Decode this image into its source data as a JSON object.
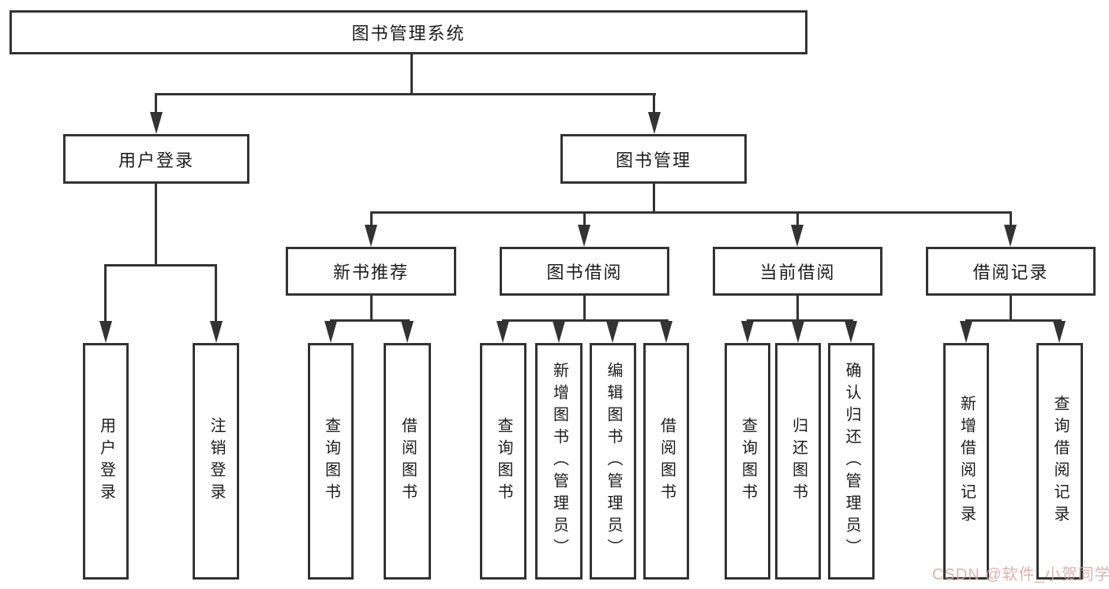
{
  "diagram": {
    "root": "图书管理系统",
    "level2": [
      "用户登录",
      "图书管理"
    ],
    "level3": [
      "新书推荐",
      "图书借阅",
      "当前借阅",
      "借阅记录"
    ],
    "leaves": {
      "login": [
        "用户登录",
        "注销登录"
      ],
      "recommend": [
        "查询图书",
        "借阅图书"
      ],
      "borrow": [
        "查询图书",
        "新增图书（管理员）",
        "编辑图书（管理员）",
        "借阅图书"
      ],
      "current": [
        "查询图书",
        "归还图书",
        "确认归还（管理员）"
      ],
      "records": [
        "新增借阅记录",
        "查询借阅记录"
      ]
    }
  },
  "watermark": "CSDN @软件_小贺同学",
  "colors": {
    "line": "#333333",
    "text": "#1c1c1c",
    "watermark": "#d6a4a4"
  }
}
